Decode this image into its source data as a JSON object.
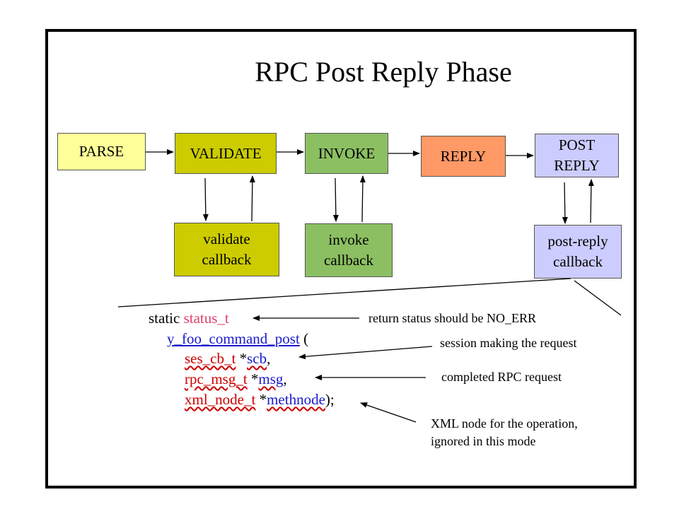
{
  "title": "RPC Post Reply Phase",
  "flow": {
    "parse": "PARSE",
    "validate": "VALIDATE",
    "invoke": "INVOKE",
    "reply": "REPLY",
    "post_reply": "POST\nREPLY",
    "validate_callback": "validate\ncallback",
    "invoke_callback": "invoke\ncallback",
    "post_reply_callback": "post-reply\ncallback"
  },
  "code": {
    "static_kw": "static ",
    "return_type": "status_t",
    "function_name": "y_foo_command_post",
    "open_paren": " (",
    "param1_type": "ses_cb_t",
    "param1_star": " *",
    "param1_name": "scb",
    "param1_sep": ",",
    "param2_type": "rpc_msg_t",
    "param2_star": " *",
    "param2_name": "msg",
    "param2_sep": ",",
    "param3_type": "xml_node_t",
    "param3_star": " *",
    "param3_name": "methnode",
    "param3_end": ");"
  },
  "annotations": {
    "return_note": "return status should be NO_ERR",
    "scb_note": "session making the request",
    "msg_note": "completed RPC request",
    "methnode_note_line1": "XML node for the operation,",
    "methnode_note_line2": "ignored in this mode"
  },
  "colors": {
    "parse": "#ffff99",
    "validate": "#cccc00",
    "invoke": "#8cbf62",
    "reply": "#ff9966",
    "post_reply": "#ccccff",
    "return_type": "#e0406a",
    "function_name": "#1a1acc",
    "param_type": "#cc0000"
  }
}
